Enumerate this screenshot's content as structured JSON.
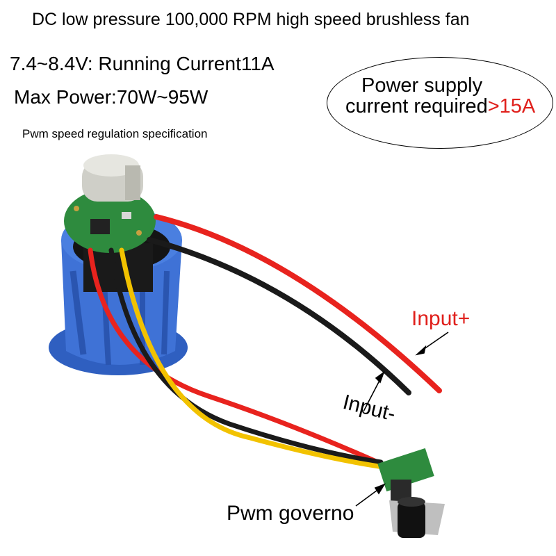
{
  "title": "DC low pressure 100,000 RPM high speed brushless fan",
  "specs": {
    "voltage_line": "7.4~8.4V: Running Current11A",
    "power_line": "Max Power:70W~95W",
    "pwm_spec": "Pwm speed regulation specification"
  },
  "callout": {
    "line1": "Power supply",
    "line2_prefix": "current required",
    "line2_value": ">15A",
    "value_color": "#e0201c"
  },
  "labels": {
    "input_plus": "Input+",
    "input_minus": "Input-",
    "pwm_governor": "Pwm governo"
  },
  "colors": {
    "fan_housing": "#3f72d6",
    "pcb": "#2e8b3e",
    "wire_red": "#e8231e",
    "wire_black": "#1a1a1a",
    "wire_yellow": "#f2c200",
    "label_red": "#e0201c"
  },
  "icons": [
    "capacitor-icon",
    "knob-icon",
    "arrow-icon"
  ]
}
